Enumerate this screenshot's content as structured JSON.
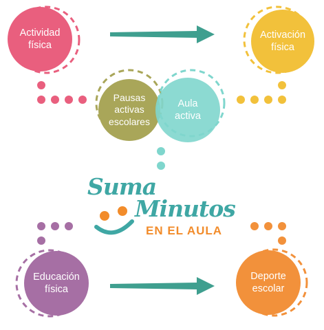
{
  "nodes": {
    "actividad": {
      "label": "Actividad\nfísica",
      "color": "#e95f7e"
    },
    "activacion": {
      "label": "Activación\nfísica",
      "color": "#f2c13b"
    },
    "pausas": {
      "label": "Pausas\nactivas\nescolares",
      "color": "#a9a659"
    },
    "aula": {
      "label": "Aula\nactiva",
      "color": "#7fd6cd"
    },
    "educacion": {
      "label": "Educación\nfísica",
      "color": "#a66fa4"
    },
    "deporte": {
      "label": "Deporte\nescolar",
      "color": "#f2913b"
    }
  },
  "arrow_color": "#3f9f8f",
  "logo": {
    "line1": "Suma",
    "line2": "Minutos",
    "line3": "EN EL AULA",
    "teal": "#3fa7a4",
    "orange": "#f28c2b"
  }
}
